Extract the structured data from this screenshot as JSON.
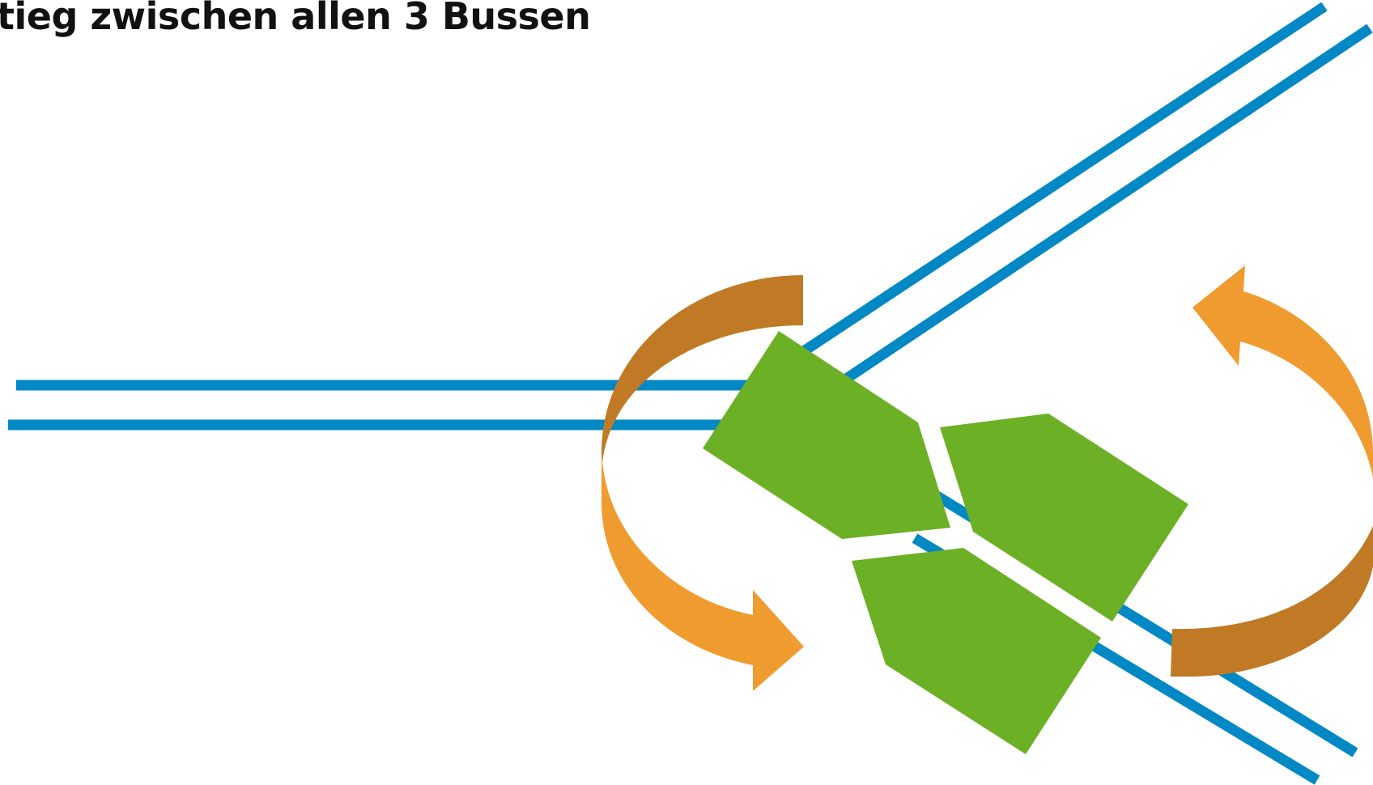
{
  "title": "tieg zwischen allen 3 Bussen",
  "colors": {
    "route_line": "#0288c4",
    "bus": "#6bb025",
    "arrow_light": "#f09b30",
    "arrow_dark": "#c07a25",
    "title_text": "#111111",
    "background": "#ffffff"
  },
  "elements": {
    "routes": [
      "horizontal-route",
      "diagonal-upper-route",
      "diagonal-lower-route"
    ],
    "buses": [
      "bus-left",
      "bus-right",
      "bus-bottom"
    ],
    "arrows": [
      "transfer-arrow-left",
      "transfer-arrow-right"
    ]
  }
}
